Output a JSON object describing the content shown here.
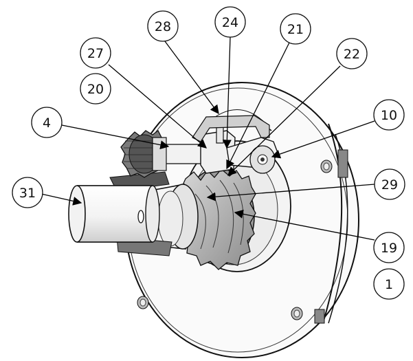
{
  "figure": {
    "callouts": [
      {
        "id": "c28",
        "label": "28"
      },
      {
        "id": "c24",
        "label": "24"
      },
      {
        "id": "c21",
        "label": "21"
      },
      {
        "id": "c27",
        "label": "27"
      },
      {
        "id": "c22",
        "label": "22"
      },
      {
        "id": "c20",
        "label": "20"
      },
      {
        "id": "c4",
        "label": "4"
      },
      {
        "id": "c10",
        "label": "10"
      },
      {
        "id": "c31",
        "label": "31"
      },
      {
        "id": "c29",
        "label": "29"
      },
      {
        "id": "c19",
        "label": "19"
      },
      {
        "id": "c1",
        "label": "1"
      }
    ]
  }
}
